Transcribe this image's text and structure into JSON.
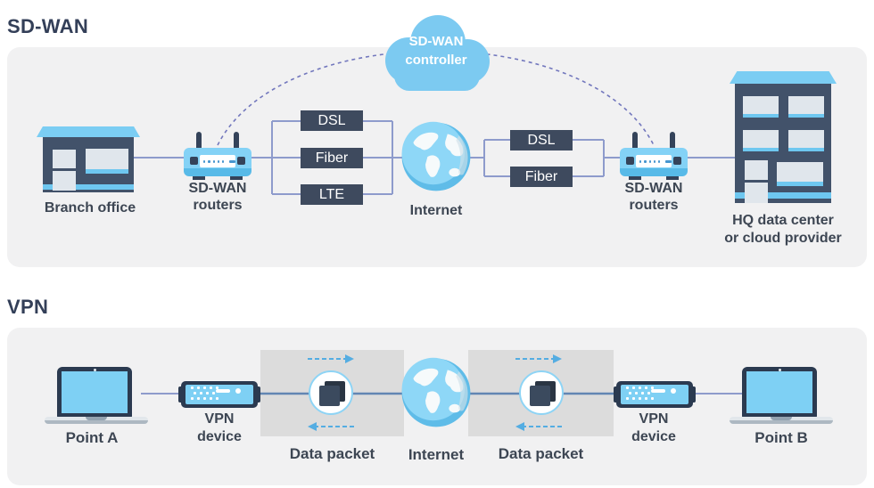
{
  "colors": {
    "accent_blue": "#7ccaf1",
    "dark_slate": "#3e4a5e",
    "panel_gray": "#f1f1f2",
    "connector_periwinkle": "#8e9bcc",
    "tunnel_blue": "#6286b3",
    "dashed_arc_purple": "#7277bd",
    "arrow_blue": "#54ade2",
    "packet_zone_gray": "#dcdcdc"
  },
  "sdwan": {
    "title": "SD-WAN",
    "cloud": {
      "line1": "SD-WAN",
      "line2": "controller"
    },
    "branch_office_label": "Branch office",
    "router_left": {
      "line1": "SD-WAN",
      "line2": "routers"
    },
    "links_left": [
      "DSL",
      "Fiber",
      "LTE"
    ],
    "internet_label": "Internet",
    "links_right": [
      "DSL",
      "Fiber"
    ],
    "router_right": {
      "line1": "SD-WAN",
      "line2": "routers"
    },
    "hq": {
      "line1": "HQ data center",
      "line2": "or cloud provider"
    }
  },
  "vpn": {
    "title": "VPN",
    "point_a_label": "Point A",
    "device_left": {
      "line1": "VPN",
      "line2": "device"
    },
    "packet_left_label": "Data packet",
    "internet_label": "Internet",
    "packet_right_label": "Data packet",
    "device_right": {
      "line1": "VPN",
      "line2": "device"
    },
    "point_b_label": "Point B"
  }
}
